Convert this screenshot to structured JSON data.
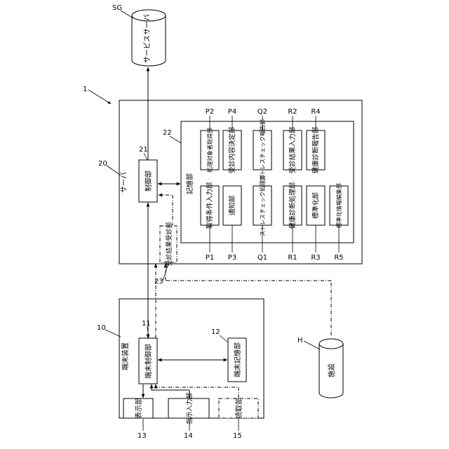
{
  "server_group": {
    "ref": "SG",
    "label": "サービスサーバ"
  },
  "system": {
    "ref": "1"
  },
  "server": {
    "ref": "20",
    "label": "サーバ",
    "control": {
      "ref": "21",
      "label": "制御部"
    },
    "storage": {
      "ref": "22",
      "label": "記憶部"
    },
    "reception": {
      "ref": "23",
      "label": "受診結果受診部"
    },
    "modules": [
      {
        "id": "P2",
        "label": "処理対象者取得部"
      },
      {
        "id": "P4",
        "label": "受診内容決定部"
      },
      {
        "id": "Q2",
        "label": "ストレスチェック報告部"
      },
      {
        "id": "R2",
        "label": "受診結果入力部"
      },
      {
        "id": "R4",
        "label": "健康診断報告部"
      },
      {
        "id": "P1",
        "label": "取得条件入力部"
      },
      {
        "id": "P3",
        "label": "通知部"
      },
      {
        "id": "Q1",
        "label": "ストレスチェック処理部"
      },
      {
        "id": "R1",
        "label": "健康診断処理部"
      },
      {
        "id": "R3",
        "label": "標準化部"
      },
      {
        "id": "R5",
        "label": "標準化情報編集部"
      }
    ]
  },
  "terminal": {
    "ref": "10",
    "label": "端末装置",
    "control": {
      "ref": "11",
      "label": "端末制御部"
    },
    "storage": {
      "ref": "12",
      "label": "端末記憶部"
    },
    "display": {
      "ref": "13",
      "label": "表示部"
    },
    "input": {
      "ref": "14",
      "label": "指示入力部"
    },
    "reader": {
      "ref": "15",
      "label": "読取部"
    }
  },
  "facility": {
    "ref": "H",
    "label": "施設"
  }
}
